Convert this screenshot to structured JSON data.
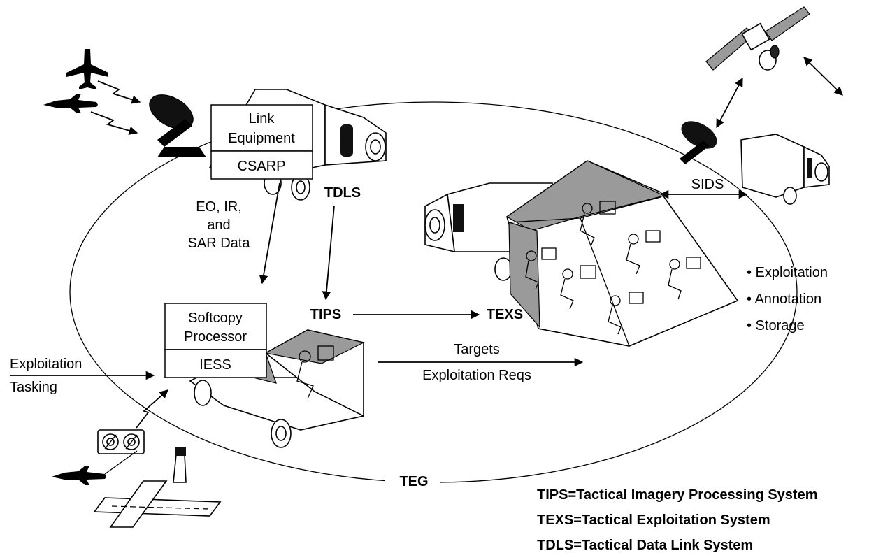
{
  "diagram": {
    "link_box": {
      "line1": "Link",
      "line2": "Equipment",
      "sub": "CSARP"
    },
    "softcopy_box": {
      "line1": "Softcopy",
      "line2": "Processor",
      "sub": "IESS"
    },
    "data_label": {
      "l1": "EO, IR,",
      "l2": "and",
      "l3": "SAR Data"
    },
    "nodes": {
      "tdls": "TDLS",
      "tips": "TIPS",
      "texs": "TEXS",
      "teg": "TEG",
      "sids": "SIDS"
    },
    "targets_label": {
      "l1": "Targets",
      "l2": "Exploitation Reqs"
    },
    "tasking_label": {
      "l1": "Exploitation",
      "l2": "Tasking"
    },
    "functions": [
      "• Exploitation",
      "• Annotation",
      "• Storage"
    ],
    "legend": [
      "TIPS=Tactical Imagery Processing System",
      "TEXS=Tactical Exploitation System",
      "TDLS=Tactical Data Link System"
    ]
  }
}
